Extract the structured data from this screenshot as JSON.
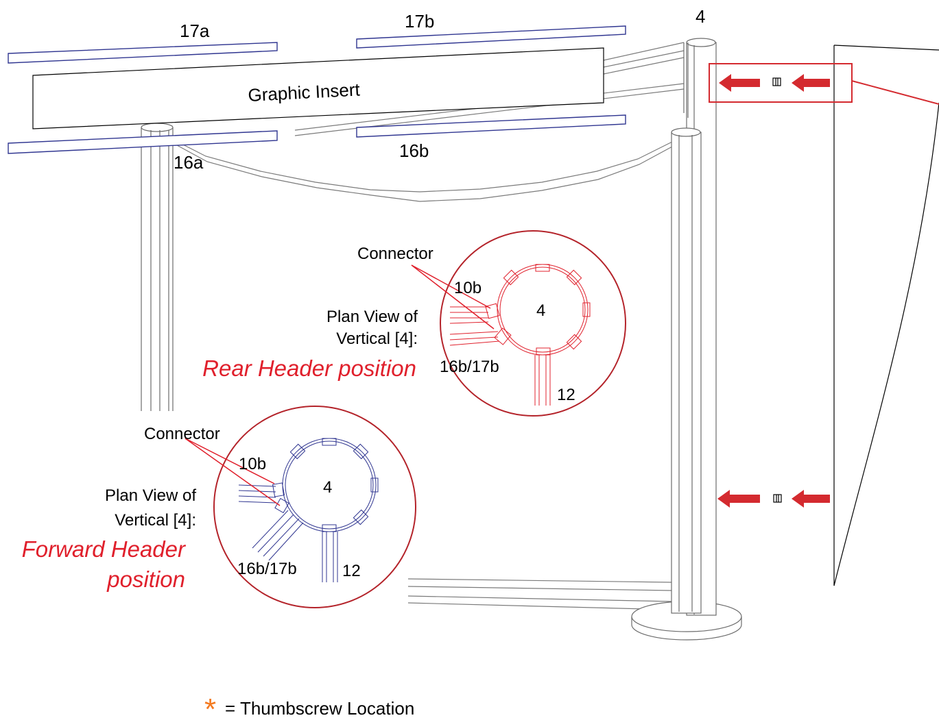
{
  "labels": {
    "part_17a": "17a",
    "part_17b": "17b",
    "part_16a": "16a",
    "part_16b": "16b",
    "part_4_top": "4",
    "graphic_insert": "Graphic Insert"
  },
  "detail_rear": {
    "connector": "Connector",
    "part_10b": "10b",
    "plan_view_line1": "Plan View of",
    "plan_view_line2": "Vertical [4]:",
    "position_label": "Rear Header position",
    "center_label": "4",
    "part_16b17b": "16b/17b",
    "part_12": "12"
  },
  "detail_forward": {
    "connector": "Connector",
    "part_10b": "10b",
    "plan_view_line1": "Plan View of",
    "plan_view_line2": "Vertical [4]:",
    "position_line1": "Forward Header",
    "position_line2": "position",
    "center_label": "4",
    "part_16b17b": "16b/17b",
    "part_12": "12"
  },
  "legend": {
    "symbol": "*",
    "text": "= Thumbscrew Location"
  },
  "colors": {
    "red": "#d42a2f",
    "line_red": "#e0202c",
    "navy": "#2f3590",
    "ink": "#000000",
    "grey": "#808080"
  }
}
